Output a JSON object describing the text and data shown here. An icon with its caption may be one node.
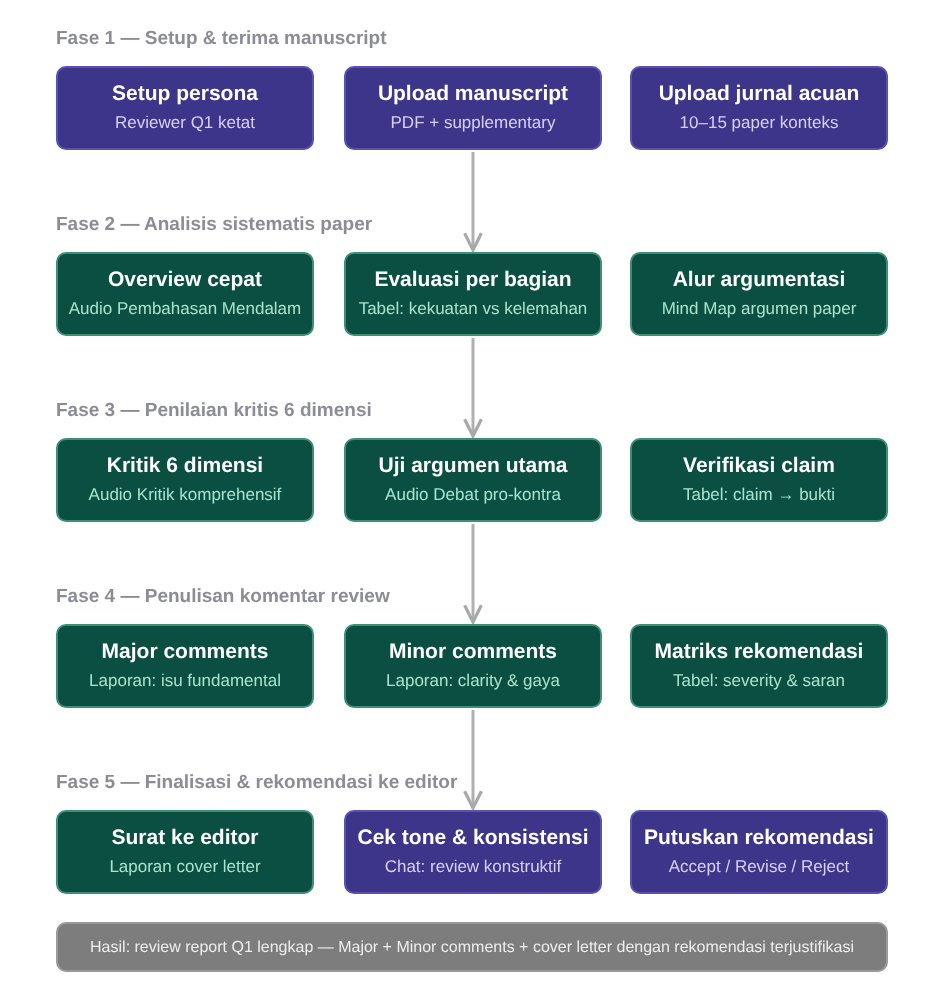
{
  "diagram": {
    "nodes": [
      {
        "text": [
          "Setup persona",
          "Reviewer Q1 ketat"
        ]
      },
      {
        "text": [
          "Upload manuscript",
          "PDF + supplementary"
        ]
      },
      {
        "text": [
          "Upload jurnal acuan",
          "10–15 paper konteks"
        ]
      },
      {
        "text": [
          "Overview cepat",
          "Audio Pembahasan Mendalam"
        ]
      },
      {
        "text": [
          "Evaluasi per bagian",
          "Tabel: kekuatan vs kelemahan"
        ]
      },
      {
        "text": [
          "Alur argumentasi",
          "Mind Map argumen paper"
        ]
      },
      {
        "text": [
          "Kritik 6 dimensi",
          "Audio Kritik komprehensif"
        ]
      },
      {
        "text": [
          "Uji argumen utama",
          "Audio Debat pro-kontra"
        ]
      },
      {
        "text": [
          "Verifikasi claim",
          "Tabel: claim → bukti"
        ]
      },
      {
        "text": [
          "Major comments",
          "Laporan: isu fundamental"
        ]
      },
      {
        "text": [
          "Minor comments",
          "Laporan: clarity & gaya"
        ]
      },
      {
        "text": [
          "Matriks rekomendasi",
          "Tabel: severity & saran"
        ]
      },
      {
        "text": [
          "Surat ke editor",
          "Laporan cover letter"
        ]
      },
      {
        "text": [
          "Cek tone & konsistensi",
          "Chat: review konstruktif"
        ]
      },
      {
        "text": [
          "Putuskan rekomendasi",
          "Accept / Revise / Reject"
        ]
      },
      {
        "text": [
          "Hasil: review report Q1 lengkap — Major + Minor comments + cover letter dengan rekomendasi terjustifikasi"
        ]
      }
    ],
    "edges": [
      {
        "from": 1,
        "to": 4,
        "arrow": "to"
      },
      {
        "from": 4,
        "to": 7,
        "arrow": "to"
      },
      {
        "from": 7,
        "to": 10,
        "arrow": "to"
      },
      {
        "from": 10,
        "to": 13,
        "arrow": "to"
      }
    ],
    "labels": [
      "Fase 1 — Setup & terima manuscript",
      "Fase 2 — Analisis sistematis paper",
      "Fase 3 — Penilaian kritis 6 dimensi",
      "Fase 4 — Penulisan komentar review",
      "Fase 5 — Finalisasi & rekomendasi ke editor"
    ]
  }
}
